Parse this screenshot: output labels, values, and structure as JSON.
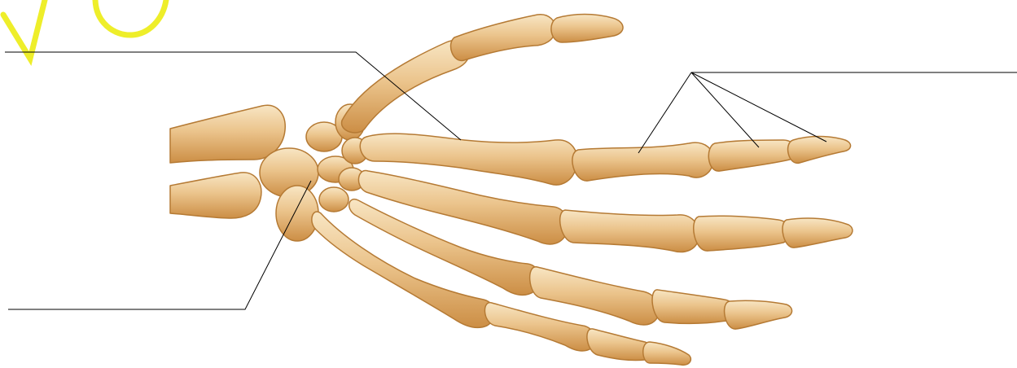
{
  "diagram": {
    "subject": "hand-skeleton",
    "view": "dorsal",
    "labels": [],
    "leader_line_count": 3,
    "colors": {
      "bone_fill": "#EBC48C",
      "bone_stroke": "#B57A34",
      "bone_highlight": "#F8E6C4",
      "bone_shadow": "#CC8E45",
      "leader_line": "#000000",
      "annotation_mark": "#EEEE2A",
      "background": "#FFFFFF"
    }
  }
}
